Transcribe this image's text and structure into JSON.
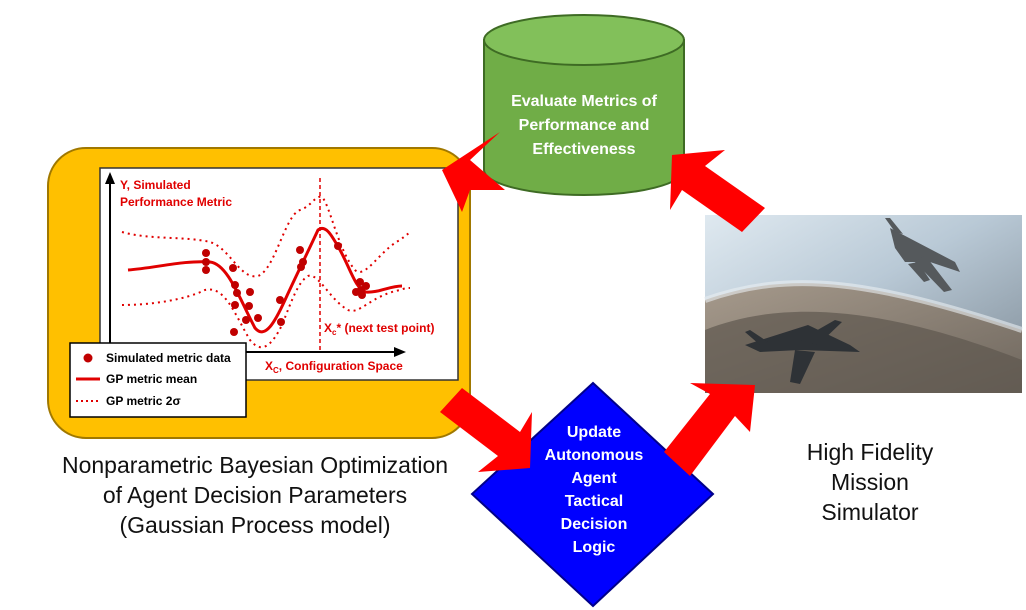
{
  "cylinder": {
    "label_lines": [
      "Evaluate Metrics of",
      "Performance and",
      "Effectiveness"
    ],
    "fill": "#70ad47"
  },
  "diamond": {
    "label_lines": [
      "Update",
      "Autonomous",
      "Agent",
      "Tactical",
      "Decision",
      "Logic"
    ],
    "fill": "#0000ff"
  },
  "gp_panel": {
    "background": "#ffc000",
    "y_axis_label_lines": [
      "Y, Simulated",
      "Performance Metric"
    ],
    "x_axis_label": "X",
    "x_axis_label_sub": "C",
    "x_axis_label_rest": ", Configuration Space",
    "next_point_label": "X",
    "next_point_label_sub": "c",
    "next_point_label_rest": "* (next test point)",
    "legend": {
      "items": [
        {
          "label": "Simulated metric data",
          "symbol": "dot"
        },
        {
          "label": "GP metric mean",
          "symbol": "solid-line"
        },
        {
          "label": "GP metric 2σ",
          "symbol": "dotted-line"
        }
      ]
    },
    "accent": "#e00000"
  },
  "left_caption": {
    "lines": [
      "Nonparametric Bayesian Optimization",
      "of Agent Decision Parameters",
      "(Gaussian Process model)"
    ]
  },
  "right_caption": {
    "lines": [
      "High Fidelity",
      "Mission",
      "Simulator"
    ]
  },
  "arrow_color": "#ff0000",
  "photo": {
    "subject": "fighter-jets-in-flight-photo"
  }
}
